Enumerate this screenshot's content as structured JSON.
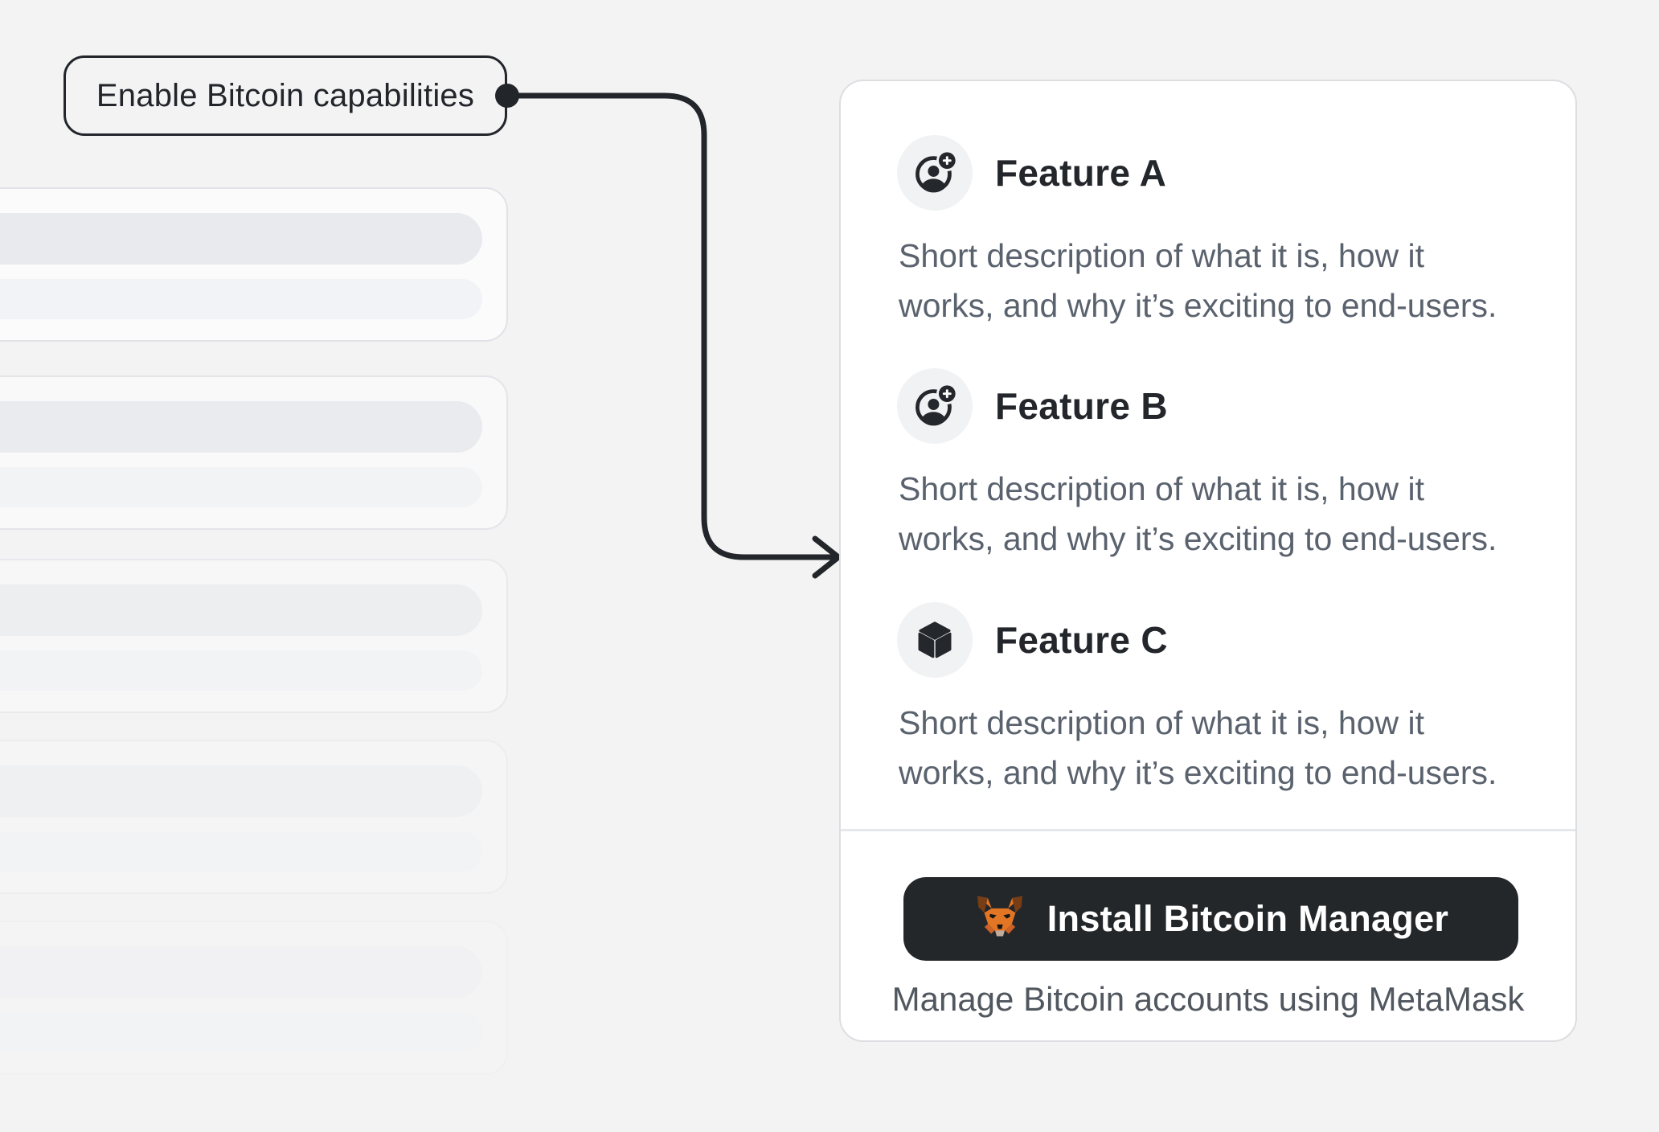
{
  "annotation": {
    "label": "Enable Bitcoin capabilities"
  },
  "features_card": {
    "features": [
      {
        "title": "Feature A",
        "icon": "account-add-icon",
        "description_line1": "Short description of what it is, how it",
        "description_line2": "works, and why it’s exciting to end-users."
      },
      {
        "title": "Feature B",
        "icon": "account-add-icon",
        "description_line1": "Short description of what it is, how it",
        "description_line2": "works, and why it’s exciting to end-users."
      },
      {
        "title": "Feature C",
        "icon": "cube-icon",
        "description_line1": "Short description of what it is, how it",
        "description_line2": "works, and why it’s exciting to end-users."
      }
    ],
    "install_button": {
      "icon": "metamask-fox-icon",
      "label": "Install Bitcoin Manager"
    },
    "caption": "Manage Bitcoin accounts using MetaMask"
  },
  "skeleton": {
    "card_count": 5
  },
  "colors": {
    "background": "#f3f3f4",
    "ink": "#22252a",
    "card_background": "#ffffff",
    "card_border": "#dcdee2",
    "divider": "#e5e7ea",
    "title_text": "#23262b",
    "description_text": "#5a626e",
    "button_background": "#24272a",
    "button_text": "#ffffff",
    "caption_text": "#51575f",
    "metamask_orange": "#e27625",
    "metamask_brown": "#763d16"
  }
}
